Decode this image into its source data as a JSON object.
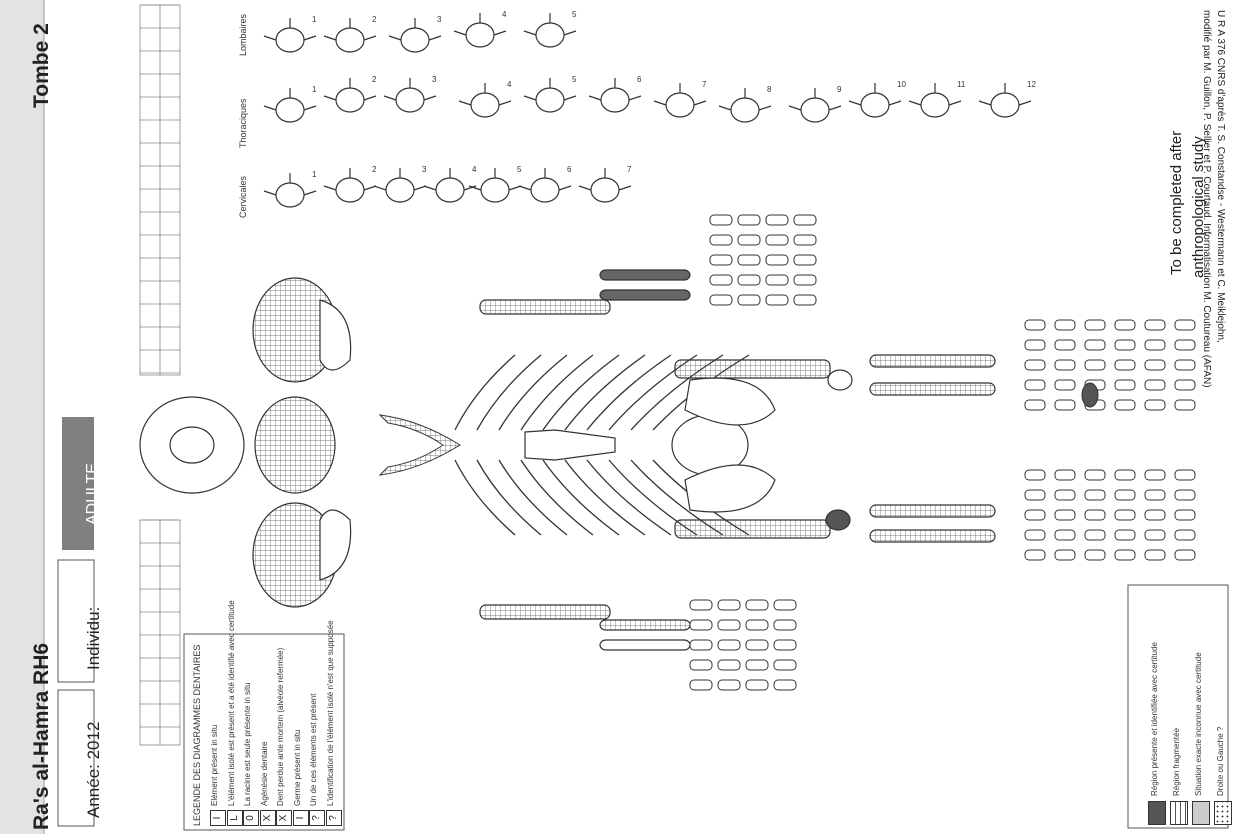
{
  "header": {
    "site_title": "Ra's al-Hamra RH6",
    "tomb": "Tombe 2",
    "year_label": "Année: 2012",
    "individual_label": "Individu:",
    "age_badge": "ADULTE"
  },
  "credits": {
    "line1": "U R A 376 CNRS d'après T. S. Constandse - Westermann et C. Meiklejohn,",
    "line2": "modifié par M. Guillon, P. Sellier et P. Courtaud. Informatisation M. Coutureau (AFAN)"
  },
  "note": {
    "line1": "To be completed after",
    "line2": "anthropological study"
  },
  "vertebrae": {
    "groups": [
      {
        "label": "Lombaires",
        "numbers": [
          "1",
          "2",
          "3",
          "4",
          "5"
        ]
      },
      {
        "label": "Thoraciques",
        "numbers": [
          "1",
          "2",
          "3",
          "4",
          "5",
          "6",
          "7",
          "8",
          "9",
          "10",
          "11",
          "12"
        ]
      },
      {
        "label": "Cervicales",
        "numbers": [
          "1",
          "2",
          "3",
          "4",
          "5",
          "6",
          "7"
        ]
      }
    ]
  },
  "dental_legend": {
    "title": "LEGENDE DES DIAGRAMMES DENTAIRES",
    "items": [
      {
        "symbol": "I",
        "line1": "Elément  présent in situ",
        "line2": ""
      },
      {
        "symbol": "L",
        "line1": "L'élément isolé est présent et",
        "line2": "a été identifié avec certitude"
      },
      {
        "symbol": "0",
        "line1": "La racine est seule présente in situ",
        "line2": ""
      },
      {
        "symbol": "X",
        "line1": "Agénésie dentaire",
        "line2": ""
      },
      {
        "symbol": "X",
        "line1": "Dent perdue ante mortem",
        "line2": "(alvéole refermée)"
      },
      {
        "symbol": "I",
        "line1": "Germe présent in situ",
        "line2": ""
      },
      {
        "symbol": "?",
        "line1": "Un de ces éléments est  présent",
        "line2": ""
      },
      {
        "symbol": "?",
        "line1": "L'identification de l'élément isolé",
        "line2": "n'est que supposée"
      }
    ]
  },
  "region_legend": {
    "items": [
      {
        "label": "Région présente et identifiée avec certitude",
        "fill": "#555555"
      },
      {
        "label": "Région fragmentée",
        "fill": "grid"
      },
      {
        "label": "Situation exacte inconnue avec certitude",
        "fill": "#cccccc"
      },
      {
        "label": "Droite ou Gauche ?",
        "fill": "dots"
      }
    ]
  }
}
